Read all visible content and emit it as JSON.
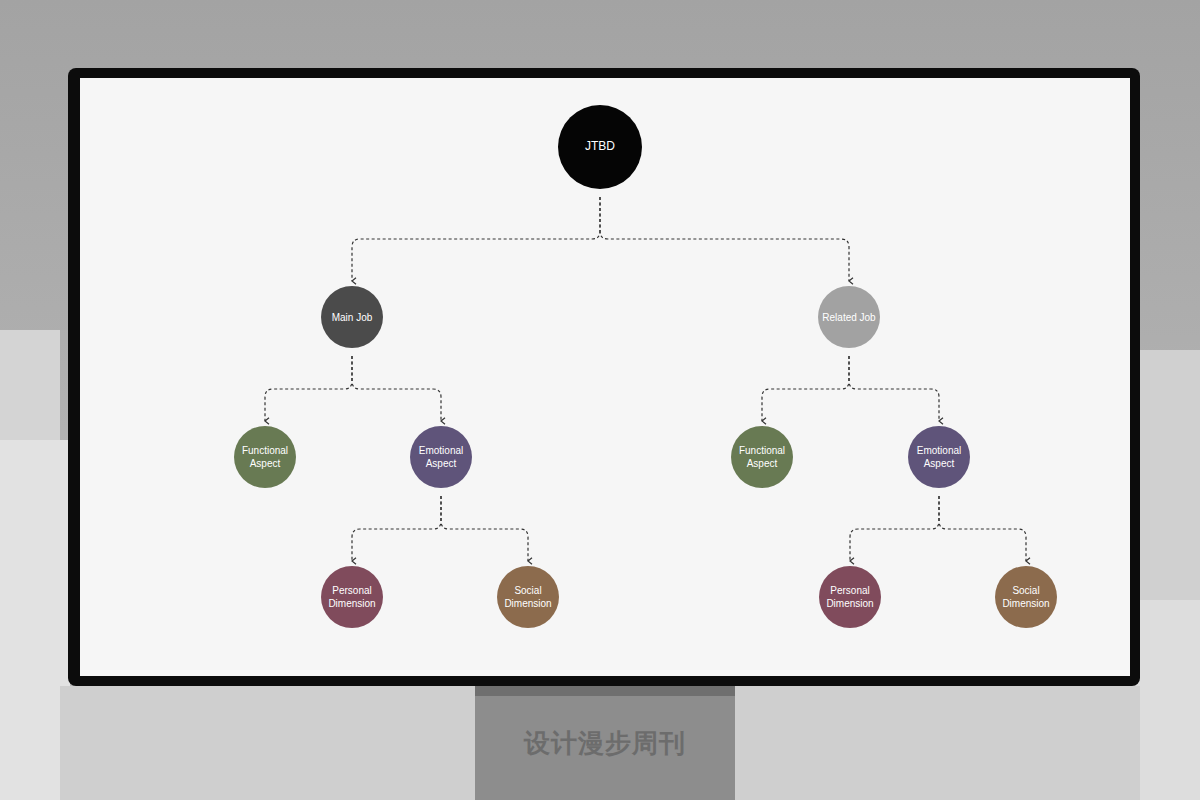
{
  "diagram": {
    "nodes": [
      {
        "text": [
          "JTBD"
        ]
      },
      {
        "text": [
          "Main Job"
        ]
      },
      {
        "text": [
          "Related Job"
        ]
      },
      {
        "text": [
          "Functional Aspect"
        ]
      },
      {
        "text": [
          "Emotional Aspect"
        ]
      },
      {
        "text": [
          "Functional Aspect"
        ]
      },
      {
        "text": [
          "Emotional Aspect"
        ]
      },
      {
        "text": [
          "Personal Dimension"
        ]
      },
      {
        "text": [
          "Social Dimension"
        ]
      },
      {
        "text": [
          "Personal Dimension"
        ]
      },
      {
        "text": [
          "Social Dimension"
        ]
      }
    ],
    "edges": [
      {
        "from": 0,
        "to": 1,
        "arrow": "to"
      },
      {
        "from": 0,
        "to": 2,
        "arrow": "to"
      },
      {
        "from": 1,
        "to": 3,
        "arrow": "to"
      },
      {
        "from": 1,
        "to": 4,
        "arrow": "to"
      },
      {
        "from": 2,
        "to": 5,
        "arrow": "to"
      },
      {
        "from": 2,
        "to": 6,
        "arrow": "to"
      },
      {
        "from": 4,
        "to": 7,
        "arrow": "to"
      },
      {
        "from": 4,
        "to": 8,
        "arrow": "to"
      },
      {
        "from": 6,
        "to": 9,
        "arrow": "to"
      },
      {
        "from": 6,
        "to": 10,
        "arrow": "to"
      }
    ],
    "labels": [
      "设计漫步周刊"
    ]
  }
}
